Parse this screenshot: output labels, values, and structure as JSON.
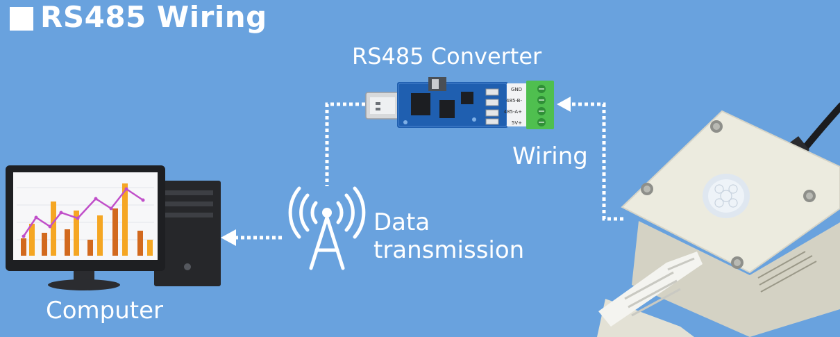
{
  "title": "RS485 Wiring",
  "labels": {
    "converter": "RS485 Converter",
    "wiring": "Wiring",
    "data_line1": "Data",
    "data_line2": "transmission",
    "computer": "Computer"
  },
  "terminal_labels": [
    "GND",
    "485-B-",
    "485-A+",
    "5V+"
  ],
  "colors": {
    "background": "#69a2de",
    "text": "#ffffff",
    "pcb": "#1f5fb0",
    "terminal": "#4fbf4f",
    "sensor_body": "#ecebdf",
    "bar_orange": "#f5a623",
    "bar_dark": "#d2691e",
    "line_purple": "#c04ec9"
  },
  "icons": {
    "title": "square-bullet-icon",
    "tower": "radio-tower-icon",
    "arrow": "dotted-arrow-icon"
  }
}
